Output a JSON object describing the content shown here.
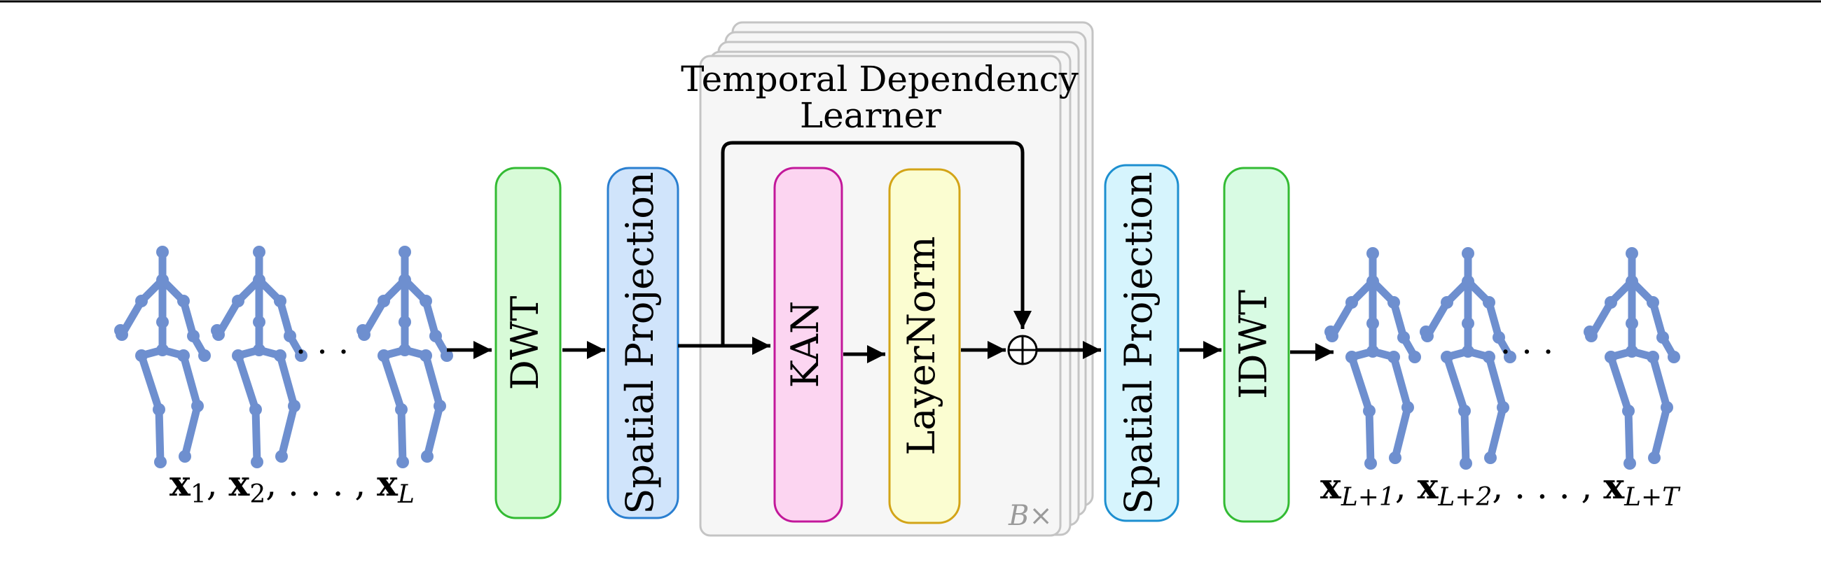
{
  "title_line1": "Temporal Dependency",
  "title_line2": "Learner",
  "blocks": {
    "dwt": "DWT",
    "spatial_in": "Spatial Projection",
    "kan": "KAN",
    "layernorm": "LayerNorm",
    "spatial_out": "Spatial Projection",
    "idwt": "IDWT"
  },
  "repeat_label": "B×",
  "input_label": {
    "base": "x",
    "parts": [
      "1",
      "2",
      "L"
    ]
  },
  "output_label": {
    "base": "x",
    "parts": [
      "L+1",
      "L+2",
      "L+T"
    ]
  },
  "ellipsis": ". . .",
  "colors": {
    "skeleton": "#6e8fcf",
    "dwt_fill": "#d8fbd8",
    "dwt_stroke": "#33bb33",
    "spatial_in_fill": "#d0e4fb",
    "spatial_in_stroke": "#2a7fd0",
    "kan_fill": "#fcd5f1",
    "kan_stroke": "#c2189a",
    "layernorm_fill": "#fbfdd1",
    "layernorm_stroke": "#d3a417",
    "spatial_out_fill": "#d6f4fd",
    "spatial_out_stroke": "#1d8fd0",
    "idwt_fill": "#d8fbe3",
    "idwt_stroke": "#33bb33",
    "stack_fill": "#f6f6f6",
    "stack_stroke": "#c4c4c4"
  }
}
